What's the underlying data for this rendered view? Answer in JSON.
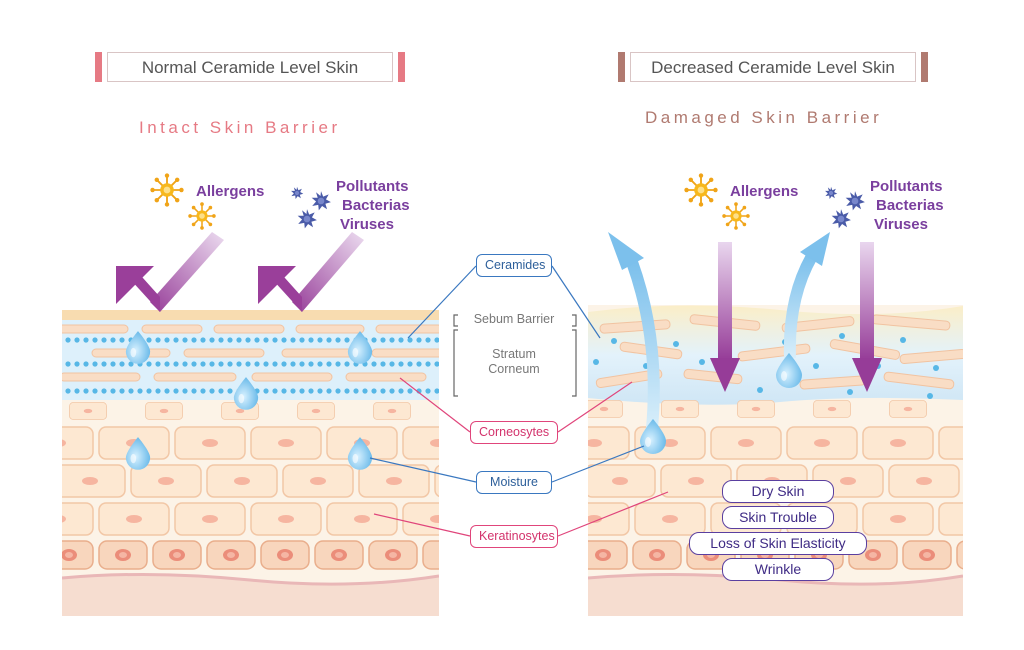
{
  "left": {
    "header": "Normal Ceramide Level Skin",
    "subtitle": "Intact Skin Barrier",
    "allergens": "Allergens",
    "pollutants": [
      "Pollutants",
      "Bacterias",
      "Viruses"
    ]
  },
  "right": {
    "header": "Decreased Ceramide Level Skin",
    "subtitle": "Damaged Skin Barrier",
    "allergens": "Allergens",
    "pollutants": [
      "Pollutants",
      "Bacterias",
      "Viruses"
    ],
    "symptoms": [
      "Dry Skin",
      "Skin Trouble",
      "Loss of Skin Elasticity",
      "Wrinkle"
    ]
  },
  "center": {
    "ceramides": "Ceramides",
    "sebum_barrier": "Sebum Barrier",
    "stratum_corneum": [
      "Stratum",
      "Corneum"
    ],
    "corneosytes": "Corneosytes",
    "moisture": "Moisture",
    "keratinosytes": "Keratinosytes"
  },
  "colors": {
    "left_accent": "#e67a84",
    "right_accent": "#b07a70",
    "threat_text": "#7a3f9e",
    "ceramide_dot": "#57b7e6",
    "arrow_purple": "#9a3f9a",
    "arrow_blue": "#8cc8ee"
  },
  "icons": [
    "allergen-pollen-icon",
    "virus-icon",
    "water-drop-icon"
  ]
}
